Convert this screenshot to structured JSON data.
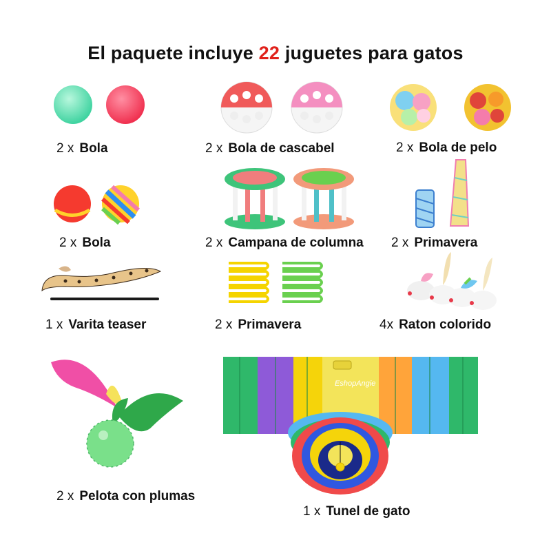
{
  "title": {
    "prefix": "El paquete incluye",
    "count": "22",
    "suffix": "juguetes para gatos",
    "accent_color": "#e0211b"
  },
  "items": [
    {
      "qty": "2 x",
      "label": "Bola"
    },
    {
      "qty": "2 x",
      "label": "Bola de cascabel"
    },
    {
      "qty": "2 x",
      "label": "Bola de pelo"
    },
    {
      "qty": "2 x",
      "label": "Bola"
    },
    {
      "qty": "2 x",
      "label": "Campana de columna"
    },
    {
      "qty": "2 x",
      "label": "Primavera"
    },
    {
      "qty": "1 x",
      "label": "Varita teaser"
    },
    {
      "qty": "2 x",
      "label": "Primavera"
    },
    {
      "qty": "4x",
      "label": "Raton colorido"
    },
    {
      "qty": "2 x",
      "label": "Pelota con plumas"
    },
    {
      "qty": "1 x",
      "label": "Tunel de gato"
    }
  ],
  "tunnel_brand": "EshopAngie"
}
